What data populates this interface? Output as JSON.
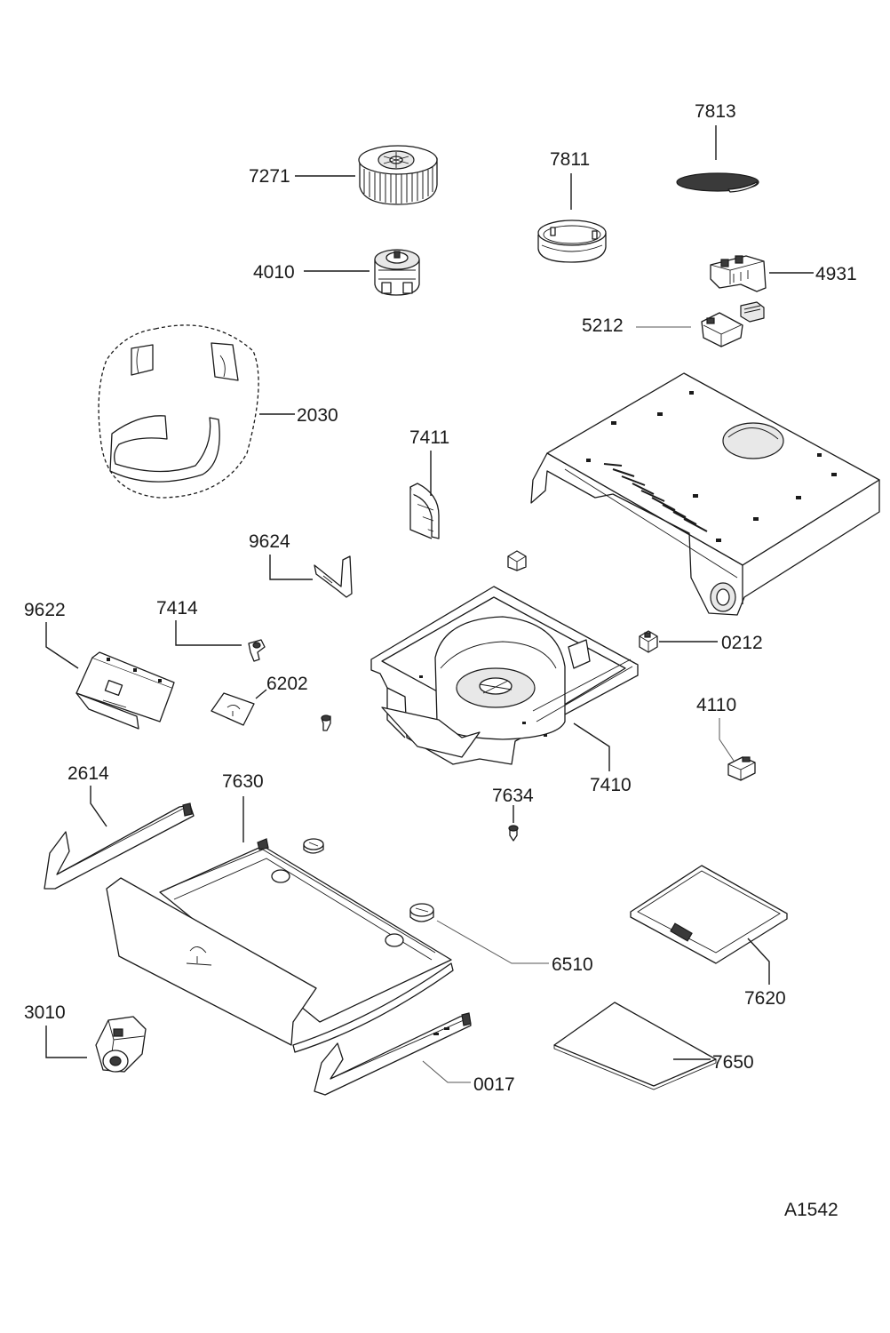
{
  "parts": {
    "p7813": "7813",
    "p7271": "7271",
    "p7811": "7811",
    "p4010": "4010",
    "p4931": "4931",
    "p5212": "5212",
    "p2030": "2030",
    "p7411": "7411",
    "p9624": "9624",
    "p9622": "9622",
    "p7414": "7414",
    "p0212": "0212",
    "p6202": "6202",
    "p4110": "4110",
    "p2614": "2614",
    "p7630": "7630",
    "p7410": "7410",
    "p7634": "7634",
    "p6510": "6510",
    "p7620": "7620",
    "p3010": "3010",
    "p7650": "7650",
    "p0017": "0017"
  },
  "drawing_code": "A1542"
}
